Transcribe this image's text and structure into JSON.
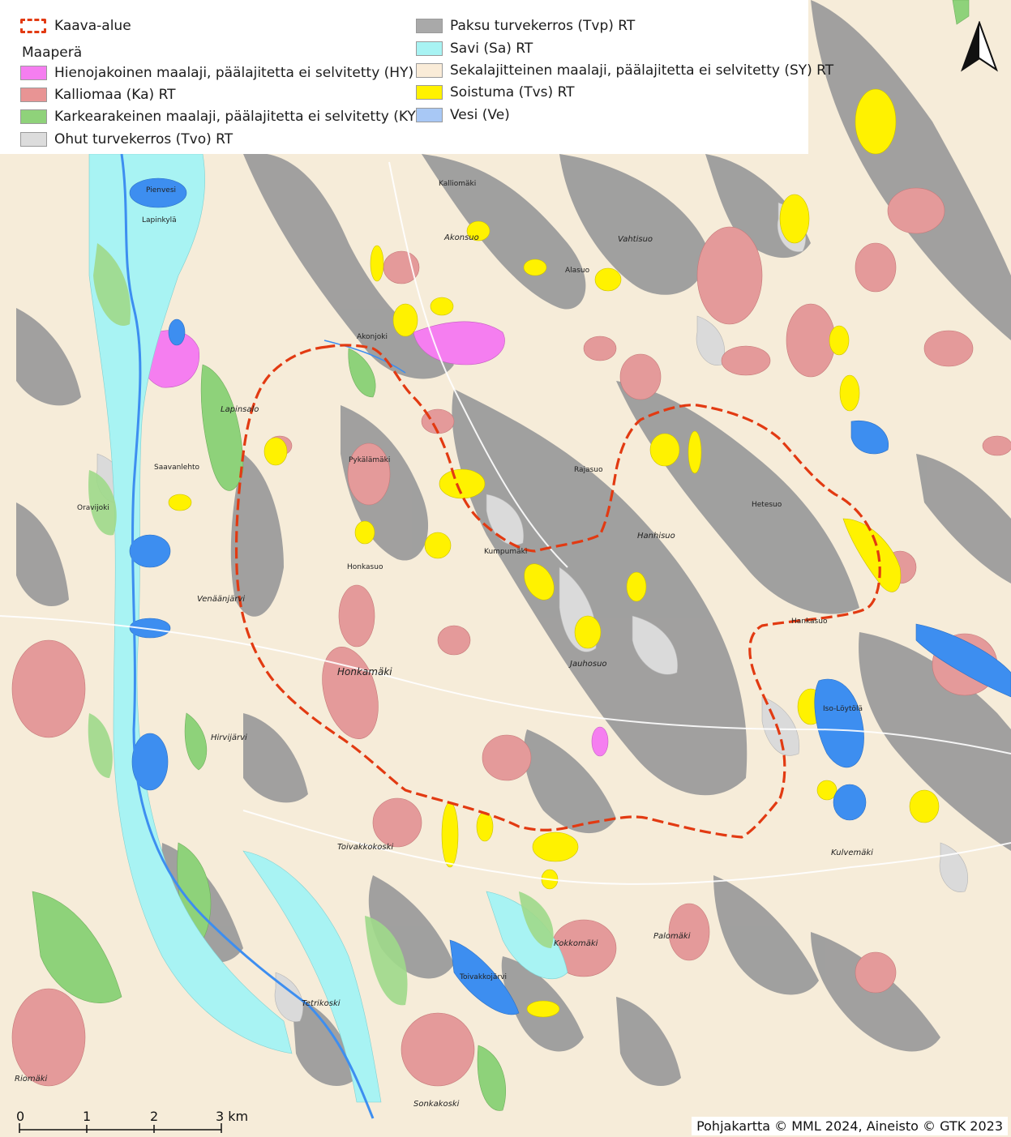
{
  "legend": {
    "plan_area": "Kaava-alue",
    "title": "Maaperä",
    "items": [
      {
        "label": "Hienojakoinen maalaji, päälajitetta ei selvitetty (HY) RT",
        "color": "#f57ef0"
      },
      {
        "label": "Kalliomaa (Ka) RT",
        "color": "#e89494"
      },
      {
        "label": "Karkearakeinen maalaji, päälajitetta ei selvitetty (KY) RT",
        "color": "#8fd27a"
      },
      {
        "label": "Ohut turvekerros (Tvo) RT",
        "color": "#dcdcdc"
      },
      {
        "label": "Paksu turvekerros (Tvp) RT",
        "color": "#a9a9a9"
      },
      {
        "label": "Savi (Sa) RT",
        "color": "#a8f3f3"
      },
      {
        "label": "Sekalajitteinen maalaji, päälajitetta ei selvitetty (SY) RT",
        "color": "#faecd8"
      },
      {
        "label": "Soistuma (Tvs) RT",
        "color": "#fff200"
      },
      {
        "label": "Vesi (Ve)",
        "color": "#a8c8f5"
      }
    ]
  },
  "colors": {
    "plan_boundary": "#e23a12",
    "water": "#3d8ef0",
    "peat_thick": "#8e8e8e",
    "background": "#f6ecd9"
  },
  "places": {
    "honkamaki": "Honkamäki",
    "jauhosuo": "Jauhosuo",
    "vahtisuo": "Vahtisuo",
    "hanhisuo": "Hanhisuo",
    "venaanjarvi": "Venäänjärvi",
    "kulvemaki": "Kulvemäki",
    "toivakkokoski": "Toivakkokoski",
    "sonkakoski": "Sonkakoski",
    "tetrikoski": "Tetrikoski",
    "hirvijarvi": "Hirvijärvi",
    "akonsuo": "Akonsuo",
    "kokkomaki": "Kokkomäki",
    "palomaki": "Palomäki",
    "riomaki": "Riomäki",
    "lapinsalo": "Lapinsalo",
    "hetesuo": "Hetesuo",
    "hankasuo": "Hankasuo",
    "oravijoki": "Oravijoki",
    "saavanlehto": "Saavanlehto",
    "lapinkyla": "Lapinkylä",
    "kumpumaki": "Kumpumäki",
    "pykalamaki": "Pykälämäki",
    "honkasuo": "Honkasuo",
    "kalliomaki": "Kalliomäki",
    "alasuo": "Alasuo",
    "rajasuo": "Rajasuo",
    "akonjoki": "Akonjoki",
    "iso_loytola": "Iso-Löytölä",
    "toivakkojarvi": "Toivakkojärvi",
    "pienvesi": "Pienvesi"
  },
  "scale": {
    "labels": [
      "0",
      "1",
      "2",
      "3 km"
    ]
  },
  "credit": "Pohjakartta © MML 2024, Aineisto © GTK 2023"
}
